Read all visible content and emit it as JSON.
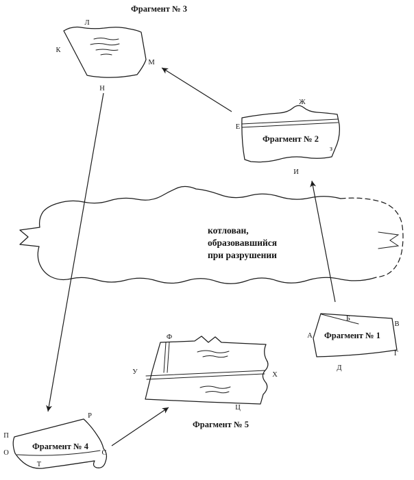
{
  "figure": {
    "fragment1": {
      "title": "Фрагмент № 1",
      "points": {
        "a": "А",
        "b": "Б",
        "v": "В",
        "g": "Г",
        "d": "Д"
      }
    },
    "fragment2": {
      "title": "Фрагмент № 2",
      "points": {
        "e": "Е",
        "zh": "Ж",
        "z": "з",
        "i": "И"
      }
    },
    "fragment3": {
      "title": "Фрагмент № 3",
      "points": {
        "k": "К",
        "l": "Л",
        "m": "М",
        "n": "Н"
      }
    },
    "fragment4": {
      "title": "Фрагмент № 4",
      "points": {
        "o": "О",
        "p": "П",
        "r": "Р",
        "s": "С",
        "t": "Т"
      }
    },
    "fragment5": {
      "title": "Фрагмент № 5",
      "points": {
        "u": "У",
        "f": "Ф",
        "h": "Х",
        "ts": "Ц"
      }
    },
    "pit": {
      "line1": "котлован,",
      "line2": "образовавшийся",
      "line3": "при разрушении"
    },
    "ink_color": "#1b1b1b"
  }
}
